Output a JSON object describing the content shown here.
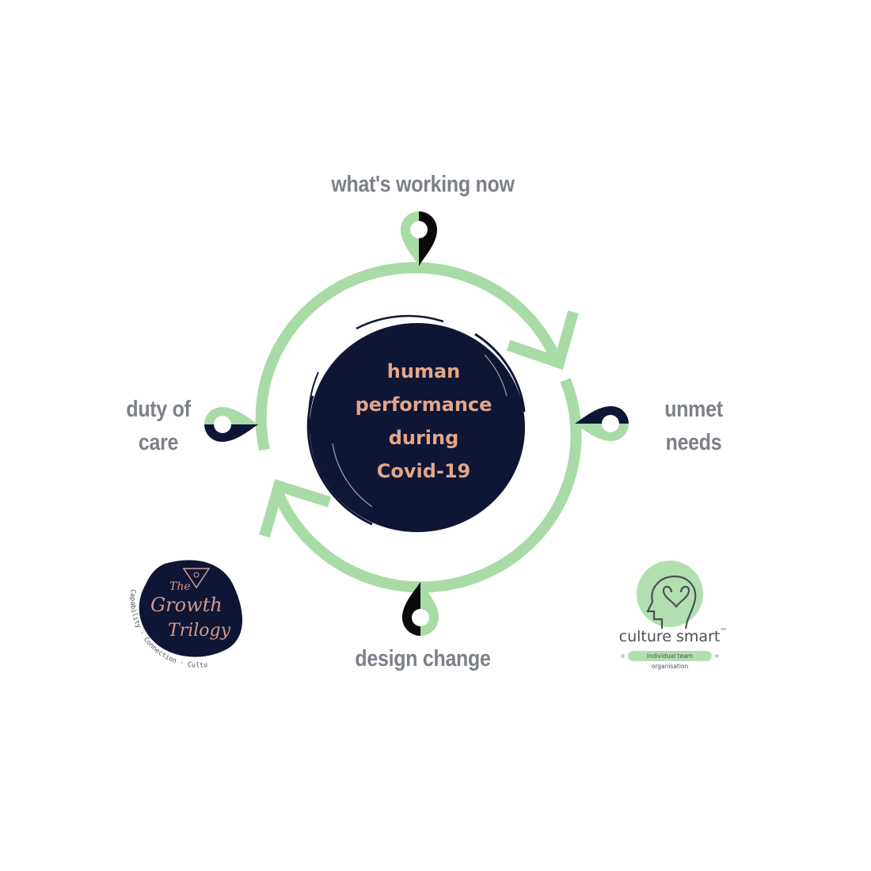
{
  "colors": {
    "accent_green": "#a8dba6",
    "navy": "#0f1535",
    "label_gray": "#7c8088",
    "center_text": "#e2a688"
  },
  "diagram": {
    "center": {
      "lines": [
        "human",
        "performance",
        "during",
        "Covid-19"
      ]
    },
    "nodes": {
      "top": {
        "lines": [
          "what's working now"
        ]
      },
      "right": {
        "lines": [
          "unmet",
          "needs"
        ]
      },
      "bottom": {
        "lines": [
          "design change"
        ]
      },
      "left": {
        "lines": [
          "duty of",
          "care"
        ]
      }
    }
  },
  "logos": {
    "growth_trilogy": {
      "title_lines": [
        "The",
        "Growth",
        "Trilogy"
      ],
      "arc_text": "Capability · Connection · Culture"
    },
    "culture_smart": {
      "name": "culture smart",
      "trademark": "™",
      "tagline": "individual team organisation"
    }
  }
}
